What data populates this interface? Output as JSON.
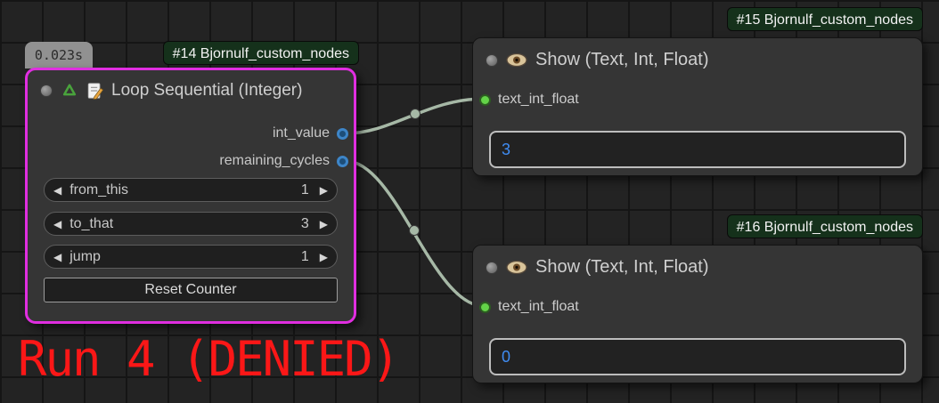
{
  "icons": {
    "arrow_left": "◀",
    "arrow_right": "▶"
  },
  "nodes": {
    "loop": {
      "badge": "#14 Bjornulf_custom_nodes",
      "timing": "0.023s",
      "title": "Loop Sequential (Integer)",
      "outputs": [
        {
          "label": "int_value"
        },
        {
          "label": "remaining_cycles"
        }
      ],
      "widgets": [
        {
          "label": "from_this",
          "value": "1"
        },
        {
          "label": "to_that",
          "value": "3"
        },
        {
          "label": "jump",
          "value": "1"
        }
      ],
      "button_label": "Reset Counter"
    },
    "show_top": {
      "badge": "#15 Bjornulf_custom_nodes",
      "title": "Show (Text, Int, Float)",
      "input_label": "text_int_float",
      "value": "3"
    },
    "show_bottom": {
      "badge": "#16 Bjornulf_custom_nodes",
      "title": "Show (Text, Int, Float)",
      "input_label": "text_int_float",
      "value": "0"
    }
  },
  "annotation": {
    "text": "Run 4 (DENIED)"
  },
  "colors": {
    "node_bg": "#353535",
    "selected_border": "#e02ee0",
    "badge_bg": "#15311b",
    "wire": "#a6b8a6",
    "output_port": "#3d85c8",
    "input_port": "#63d348",
    "value_text": "#3f8cf3",
    "annotation_text": "#fb1717"
  }
}
